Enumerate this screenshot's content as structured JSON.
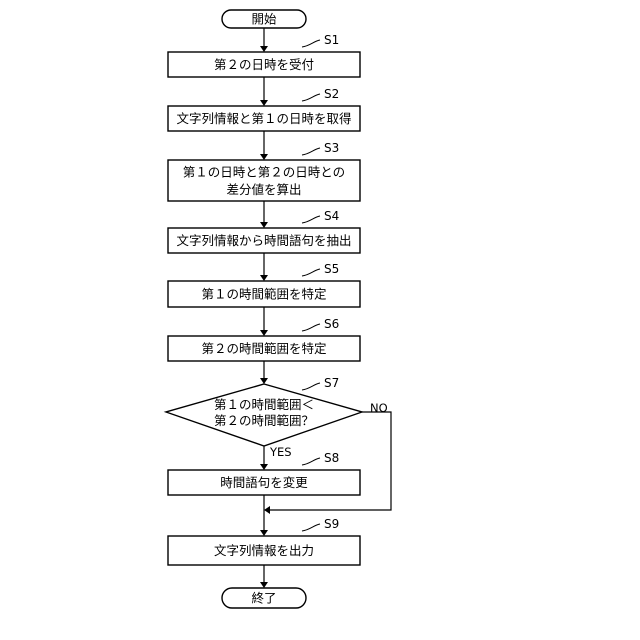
{
  "start_label": "開始",
  "end_label": "終了",
  "steps": {
    "s1": {
      "tag": "S1",
      "text": "第２の日時を受付"
    },
    "s2": {
      "tag": "S2",
      "text": "文字列情報と第１の日時を取得"
    },
    "s3": {
      "tag": "S3",
      "line1": "第１の日時と第２の日時との",
      "line2": "差分値を算出"
    },
    "s4": {
      "tag": "S4",
      "text": "文字列情報から時間語句を抽出"
    },
    "s5": {
      "tag": "S5",
      "text": "第１の時間範囲を特定"
    },
    "s6": {
      "tag": "S6",
      "text": "第２の時間範囲を特定"
    },
    "s7": {
      "tag": "S7",
      "line1": "第１の時間範囲＜",
      "line2": "第２の時間範囲？"
    },
    "s8": {
      "tag": "S8",
      "text": "時間語句を変更"
    },
    "s9": {
      "tag": "S9",
      "text": "文字列情報を出力"
    }
  },
  "branches": {
    "yes": "YES",
    "no": "NO"
  }
}
